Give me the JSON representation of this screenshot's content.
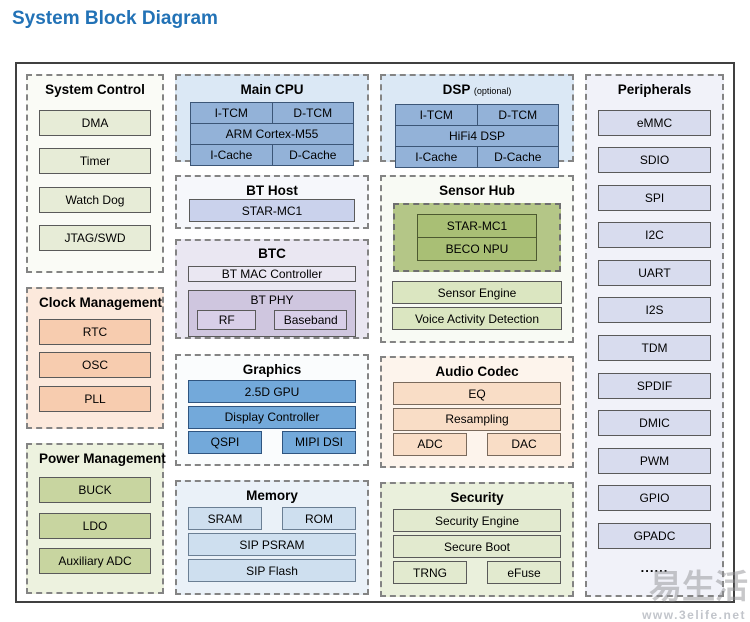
{
  "page": {
    "title": "System Block Diagram"
  },
  "groups": {
    "system_control": {
      "title": "System Control",
      "items": [
        "DMA",
        "Timer",
        "Watch Dog",
        "JTAG/SWD"
      ]
    },
    "clock_management": {
      "title": "Clock Management",
      "items": [
        "RTC",
        "OSC",
        "PLL"
      ]
    },
    "power_management": {
      "title": "Power Management",
      "items": [
        "BUCK",
        "LDO",
        "Auxiliary ADC"
      ]
    },
    "main_cpu": {
      "title": "Main CPU",
      "cells": [
        "I-TCM",
        "D-TCM",
        "ARM Cortex-M55",
        "I-Cache",
        "D-Cache"
      ]
    },
    "bt_host": {
      "title": "BT Host",
      "items": [
        "STAR-MC1"
      ]
    },
    "btc": {
      "title": "BTC",
      "mac": "BT MAC Controller",
      "phy_title": "BT PHY",
      "phy_items": [
        "RF",
        "Baseband"
      ]
    },
    "graphics": {
      "title": "Graphics",
      "rows": [
        "2.5D GPU",
        "Display Controller"
      ],
      "pair": [
        "QSPI",
        "MIPI DSI"
      ]
    },
    "memory": {
      "title": "Memory",
      "pair": [
        "SRAM",
        "ROM"
      ],
      "rows": [
        "SIP PSRAM",
        "SIP Flash"
      ]
    },
    "dsp": {
      "title": "DSP",
      "optional": "(optional)",
      "cells": [
        "I-TCM",
        "D-TCM",
        "HiFi4 DSP",
        "I-Cache",
        "D-Cache"
      ]
    },
    "sensor_hub": {
      "title": "Sensor Hub",
      "cluster": [
        "STAR-MC1",
        "BECO NPU"
      ],
      "items": [
        "Sensor Engine",
        "Voice Activity Detection"
      ]
    },
    "audio_codec": {
      "title": "Audio Codec",
      "rows": [
        "EQ",
        "Resampling"
      ],
      "pair": [
        "ADC",
        "DAC"
      ]
    },
    "security": {
      "title": "Security",
      "rows": [
        "Security Engine",
        "Secure Boot"
      ],
      "pair": [
        "TRNG",
        "eFuse"
      ]
    },
    "peripherals": {
      "title": "Peripherals",
      "items": [
        "eMMC",
        "SDIO",
        "SPI",
        "I2C",
        "UART",
        "I2S",
        "TDM",
        "SPDIF",
        "DMIC",
        "PWM",
        "GPIO",
        "GPADC"
      ],
      "more": "......"
    }
  },
  "watermark": {
    "logo": "易生活",
    "url": "www.3elife.net"
  },
  "palette": {
    "title_blue": "#2272B6",
    "outer_border": "#404040",
    "dashed_border": "#848484",
    "sysctl_item": "#E7ECD7",
    "clock_bg": "#FCE9DC",
    "clock_item": "#F7CCAF",
    "power_bg": "#EDF2DF",
    "power_item": "#C8D5A0",
    "cpu_bg": "#DBE8F5",
    "cpu_cell": "#93B2D8",
    "bthost_item": "#CAD2EC",
    "btc_bg": "#EAE7F2",
    "btc_item": "#D9D3E9",
    "btphy_bg": "#CFC6DF",
    "graphics_item": "#73A9DA",
    "memory_bg": "#EAF1F8",
    "memory_item": "#CEDFEF",
    "cluster_bg": "#B4C687",
    "cluster_item": "#A9BF75",
    "sensor_item": "#DBE6C1",
    "audio_bg": "#FDF4EC",
    "audio_item": "#F9DDC6",
    "security_bg": "#EAF0DC",
    "security_item": "#E2EACF",
    "periph_bg": "#F1F2F9",
    "periph_item": "#D8DCEE"
  }
}
